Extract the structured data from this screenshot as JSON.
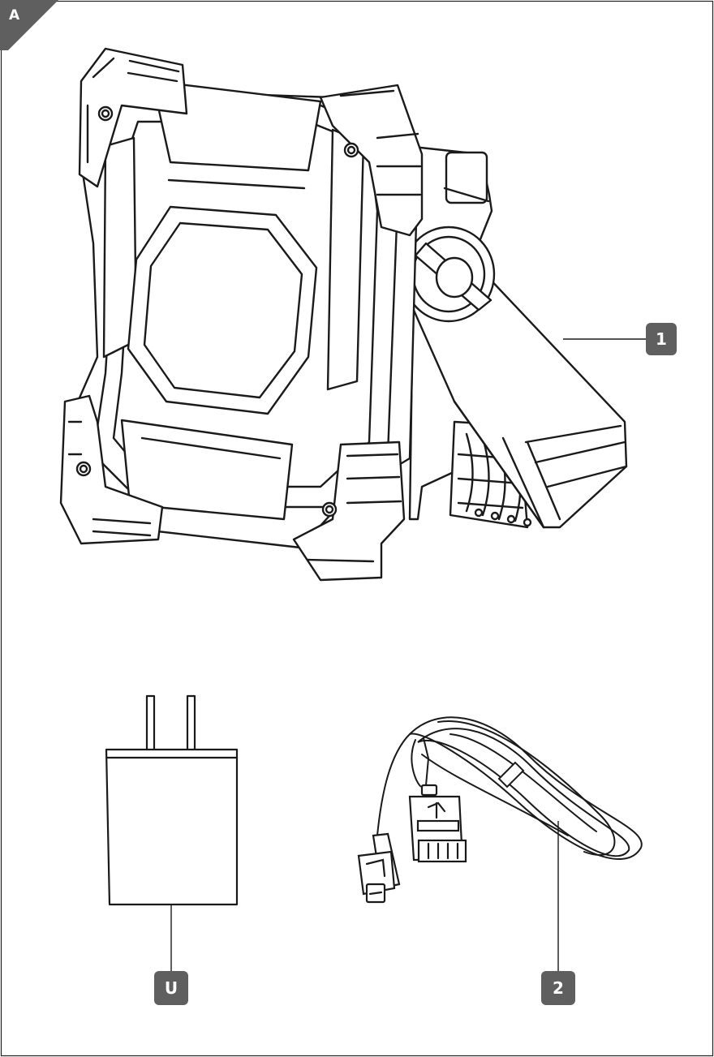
{
  "page": {
    "section_letter": "A"
  },
  "callouts": {
    "clamp": "1",
    "cable": "2",
    "adapter": "U"
  },
  "colors": {
    "line": "#1a1a1a",
    "tag_fill": "#5f5f5f",
    "corner_fill": "#5f5f5f",
    "paper": "#ffffff"
  }
}
